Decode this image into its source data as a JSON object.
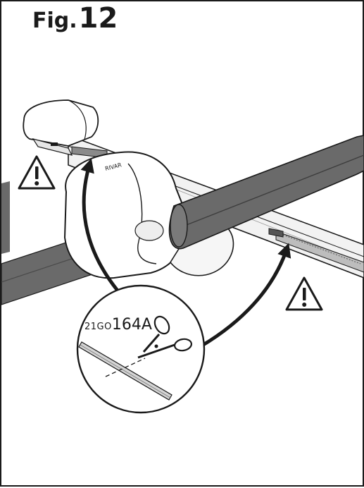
{
  "figure": {
    "title_word": "Fig.",
    "title_number": "12"
  },
  "part": {
    "code_prefix": "21GO",
    "code": "164A"
  },
  "icons": {
    "warning_left": "warning-triangle-icon",
    "warning_right": "warning-triangle-icon",
    "scissors": "scissors-icon"
  },
  "colors": {
    "ink": "#1a1a1a",
    "bar": "#6a6a6a",
    "background": "#ffffff"
  }
}
